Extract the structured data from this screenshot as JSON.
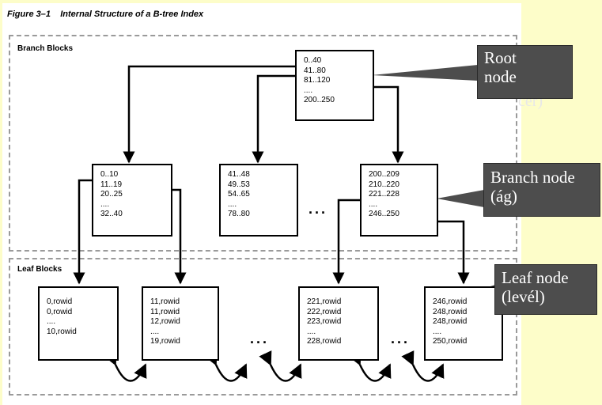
{
  "figure": {
    "title": "Figure 3–1    Internal Structure of a B-tree Index",
    "branch_label": "Branch Blocks",
    "leaf_label": "Leaf Blocks"
  },
  "root_node": [
    "0..40",
    "41..80",
    "81..120",
    "....",
    "200..250"
  ],
  "branch_nodes": [
    [
      "0..10",
      "11..19",
      "20..25",
      "....",
      "32..40"
    ],
    [
      "41..48",
      "49..53",
      "54..65",
      "....",
      "78..80"
    ],
    [
      "200..209",
      "210..220",
      "221..228",
      "....",
      "246..250"
    ]
  ],
  "leaf_nodes": [
    [
      "0,rowid",
      "0,rowid",
      "....",
      "10,rowid"
    ],
    [
      "11,rowid",
      "11,rowid",
      "12,rowid",
      "....",
      "19,rowid"
    ],
    [
      "221,rowid",
      "222,rowid",
      "223,rowid",
      "....",
      "228,rowid"
    ],
    [
      "246,rowid",
      "248,rowid",
      "248,rowid",
      "....",
      "250,rowid"
    ]
  ],
  "ellipsis": "...",
  "callouts": {
    "root": [
      "Root",
      "node"
    ],
    "branch": [
      "Branch node",
      "(ág)"
    ],
    "leaf": [
      "Leaf node",
      "(levél)"
    ]
  },
  "ghost_text": "cér)",
  "colors": {
    "slide_background": "#fdfdc9",
    "callout_background": "#4d4d4d",
    "callout_text": "#ffffff"
  }
}
